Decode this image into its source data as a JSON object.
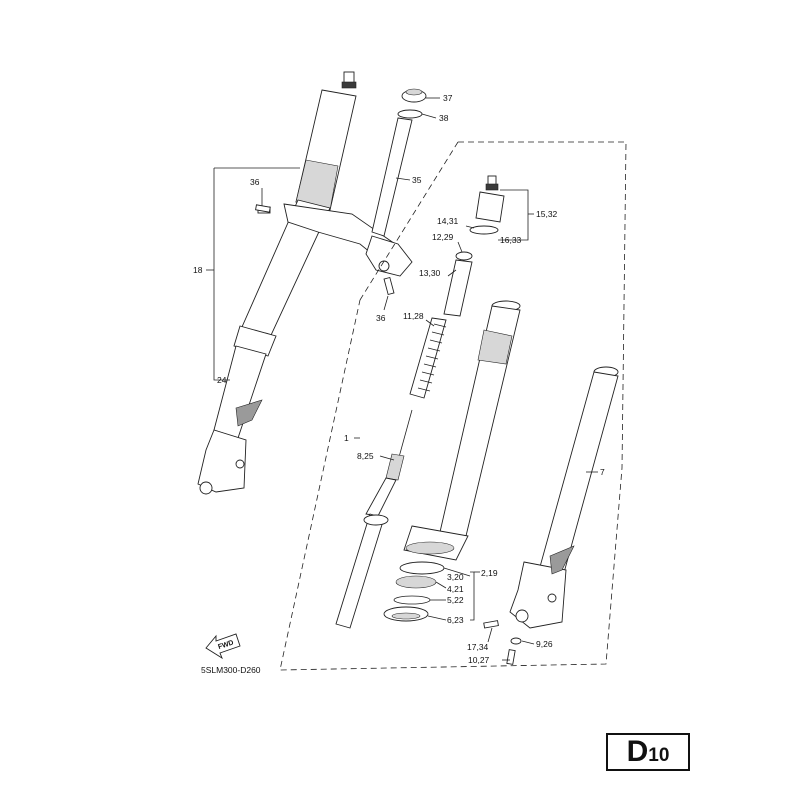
{
  "diagram_code": "5SLM300-D260",
  "page": {
    "letter": "D",
    "number": "10"
  },
  "fwd_label": "FWD",
  "callouts": {
    "c37": "37",
    "c38": "38",
    "c35": "35",
    "c36a": "36",
    "c36b": "36",
    "c18": "18",
    "c24": "24",
    "c15_32": "15,32",
    "c14_31": "14,31",
    "c16_33": "16,33",
    "c12_29": "12,29",
    "c13_30": "13,30",
    "c11_28": "11,28",
    "c1": "1",
    "c8_25": "8,25",
    "c7": "7",
    "c3_20": "3,20",
    "c2_19": "2,19",
    "c4_21": "4,21",
    "c5_22": "5,22",
    "c6_23": "6,23",
    "c17_34": "17,34",
    "c9_26": "9,26",
    "c10_27": "10,27"
  }
}
